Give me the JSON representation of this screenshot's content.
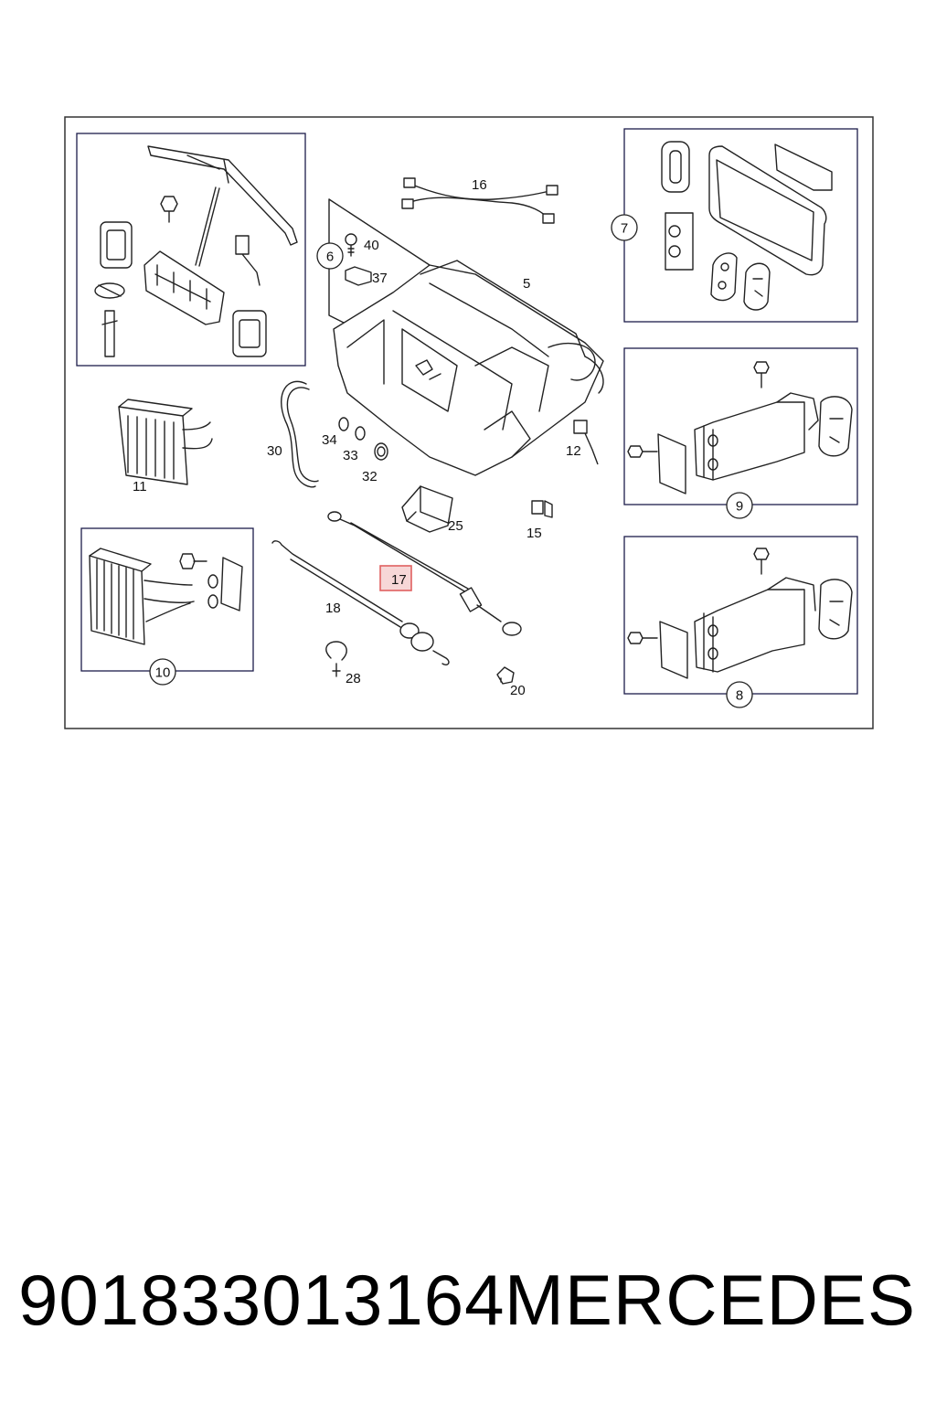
{
  "diagram": {
    "callouts_plain": [
      "16",
      "40",
      "37",
      "5",
      "30",
      "34",
      "33",
      "32",
      "11",
      "12",
      "25",
      "15",
      "18",
      "28",
      "20"
    ],
    "callouts_circled": [
      "6",
      "7",
      "9",
      "10",
      "8"
    ],
    "highlighted_callout": "17",
    "highlight_color": "#e06060"
  },
  "footer": {
    "part_number": "901833013164",
    "brand": "MERCEDES"
  }
}
